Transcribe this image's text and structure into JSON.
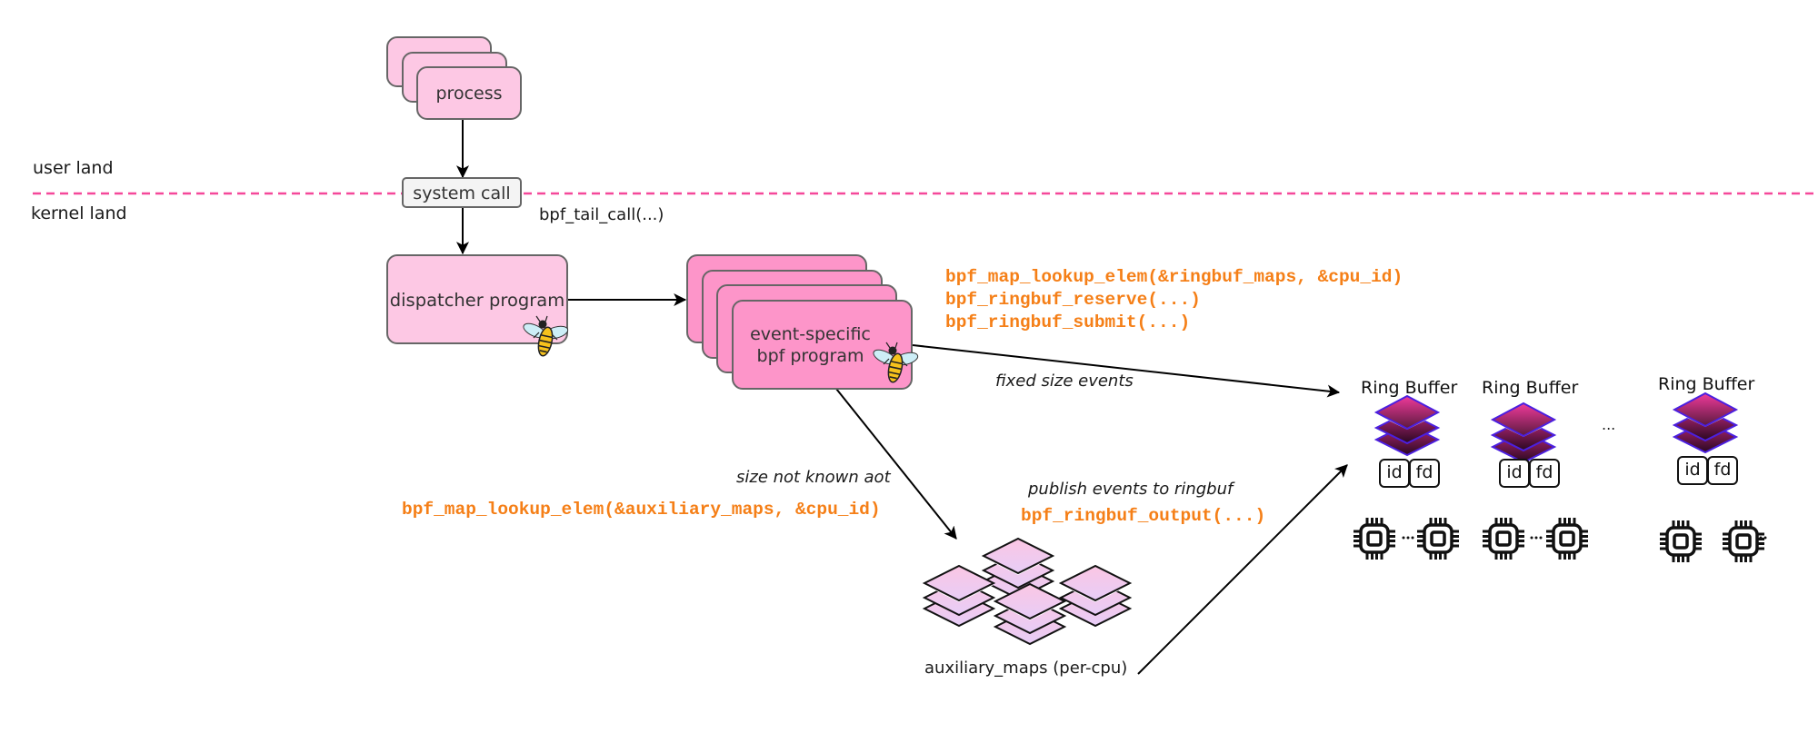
{
  "zones": {
    "user_land": "user land",
    "kernel_land": "kernel land",
    "divider_color": "#f5489a"
  },
  "nodes": {
    "process": "process",
    "system_call": "system call",
    "tail_call": "bpf_tail_call(...)",
    "dispatcher": "dispatcher program",
    "event_specific_line1": "event-specific",
    "event_specific_line2": "bpf program",
    "auxiliary_maps": "auxiliary_maps (per-cpu)"
  },
  "code": {
    "ringbuf_lines": [
      "bpf_map_lookup_elem(&ringbuf_maps, &cpu_id)",
      "bpf_ringbuf_reserve(...)",
      "bpf_ringbuf_submit(...)"
    ],
    "aux_lookup": "bpf_map_lookup_elem(&auxiliary_maps, &cpu_id)",
    "ringbuf_output": "bpf_ringbuf_output(...)",
    "color": "#f57f17"
  },
  "edges": {
    "fixed_size": "fixed size events",
    "size_unknown": "size not known aot",
    "publish": "publish events to ringbuf"
  },
  "ring_buffers": [
    {
      "title": "Ring Buffer",
      "id_label": "id",
      "fd_label": "fd"
    },
    {
      "title": "Ring Buffer",
      "id_label": "id",
      "fd_label": "fd"
    },
    {
      "title": "Ring Buffer",
      "id_label": "id",
      "fd_label": "fd"
    }
  ],
  "ellipsis": "...",
  "icons": {
    "bee": "bee-icon",
    "cpu": "cpu-chip-icon"
  }
}
